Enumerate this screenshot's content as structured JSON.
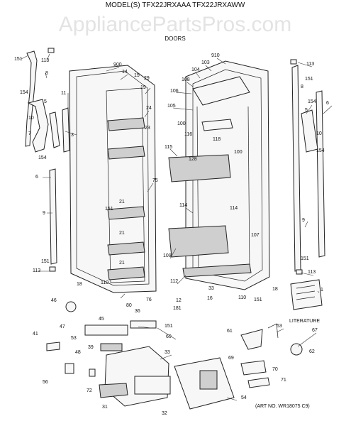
{
  "watermark": "AppliancePartsPros.com",
  "header": {
    "model_line": "MODEL(S) TFX22JRXAAA  TFX22JRXAWW",
    "section": "DOORS"
  },
  "literature_label": "LITERATURE",
  "art_no": "(ART NO. WR18075 C9)",
  "callouts": [
    "151",
    "113",
    "8",
    "154",
    "11",
    "5",
    "10",
    "3",
    "7",
    "154",
    "6",
    "9",
    "151",
    "113",
    "900",
    "14",
    "15",
    "29",
    "19",
    "24",
    "23",
    "75",
    "151",
    "21",
    "21",
    "21",
    "18",
    "110",
    "80",
    "76",
    "910",
    "103",
    "104",
    "108",
    "106",
    "105",
    "100",
    "116",
    "118",
    "115",
    "128",
    "100",
    "114",
    "114",
    "107",
    "109",
    "112",
    "33",
    "12",
    "16",
    "181",
    "110",
    "151",
    "18",
    "1",
    "113",
    "8",
    "151",
    "154",
    "5",
    "6",
    "10",
    "154",
    "9",
    "151",
    "113",
    "46",
    "45",
    "36",
    "47",
    "41",
    "151",
    "53",
    "60",
    "48",
    "39",
    "33",
    "56",
    "72",
    "31",
    "32",
    "54",
    "61",
    "53",
    "67",
    "62",
    "69",
    "70",
    "71"
  ]
}
